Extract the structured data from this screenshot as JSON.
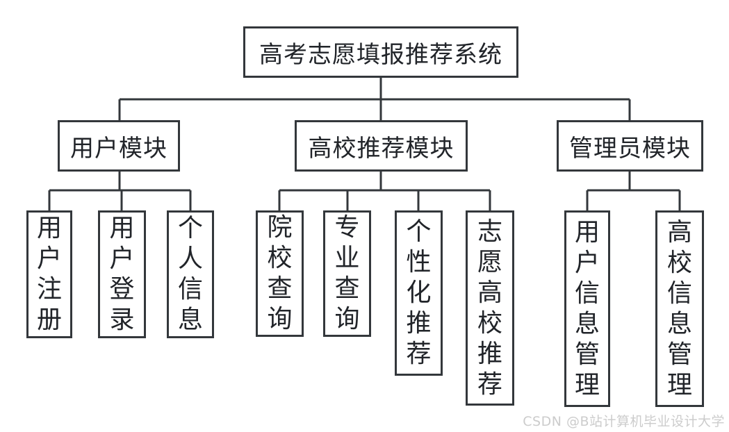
{
  "diagram": {
    "title": "高考志愿填报推荐系统",
    "modules": [
      {
        "label": "用户模块",
        "children": [
          "用户注册",
          "用户登录",
          "个人信息"
        ]
      },
      {
        "label": "高校推荐模块",
        "children": [
          "院校查询",
          "专业查询",
          "个性化推荐",
          "志愿高校推荐"
        ]
      },
      {
        "label": "管理员模块",
        "children": [
          "用户信息管理",
          "高校信息管理"
        ]
      }
    ]
  },
  "watermark": "CSDN @B站计算机毕业设计大学",
  "colors": {
    "line": "#33373b",
    "text": "#212429",
    "background": "#ffffff",
    "watermark": "#cccccc"
  }
}
